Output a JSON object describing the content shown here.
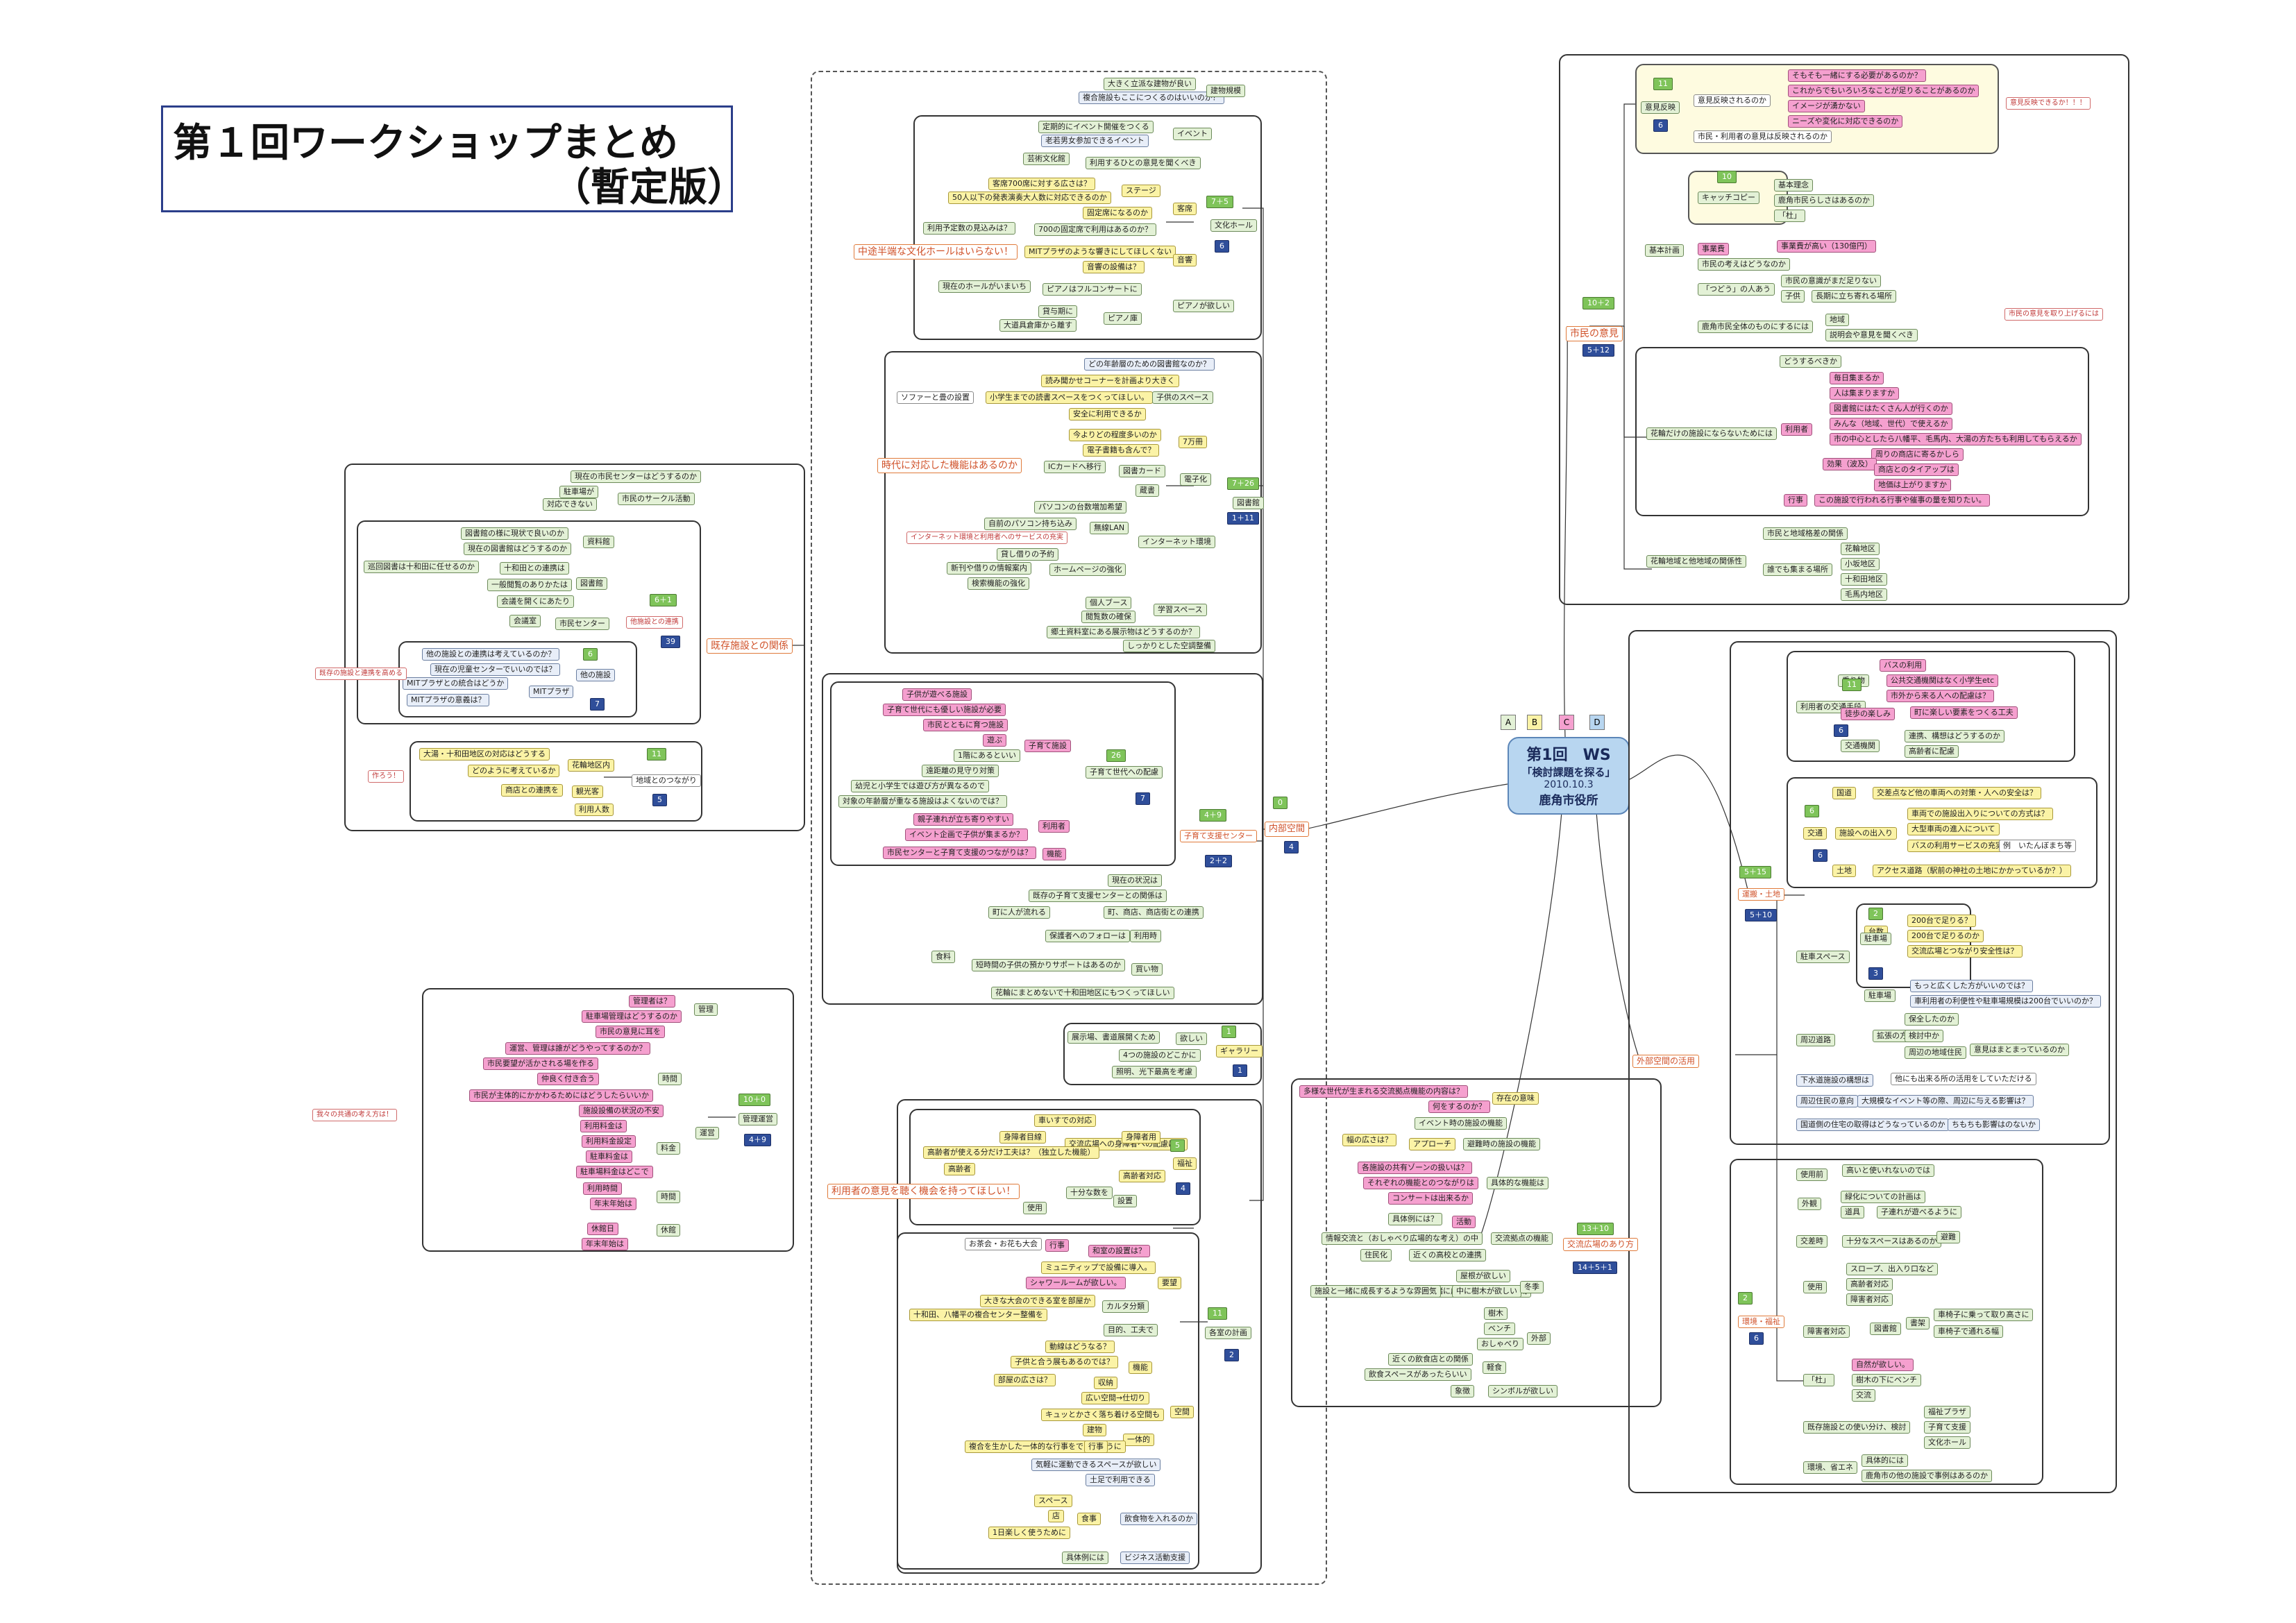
{
  "title": {
    "line1": "第１回ワークショップまとめ",
    "line2": "（暫定版）"
  },
  "center": {
    "line1": "第1回　WS",
    "line2": "「検討課題を探る」",
    "line3": "2010.10.3",
    "line4": "鹿角市役所"
  },
  "legend": [
    "A",
    "B",
    "C",
    "D"
  ],
  "nodes": {
    "n1": "大きく立派な建物が良い",
    "n2": "複合施設もここにつくるのはいいのか？",
    "n3": "建物規模",
    "n4": "定期的にイベント開催をつくる",
    "n5": "老若男女参加できるイベント",
    "n6": "芸術文化館",
    "n7": "利用するひとの意見を聞くべき",
    "n8": "イベント",
    "n9": "客席700席に対する広さは？",
    "n10": "50人以下の発表演奏大人数に対応できるのか",
    "n11": "ステージ",
    "n12": "固定席になるのか",
    "n13": "利用予定数の見込みは？",
    "n14": "700の固定席で利用はあるのか？",
    "n15": "客席",
    "n16": "MITプラザのような響きにしてほしくない",
    "n17": "音響の設備は？",
    "n18": "音響",
    "n19": "現在のホールがいまいち",
    "n20": "ピアノはフルコンサートに",
    "n21": "ピアノが欲しい",
    "n22": "貸与期に",
    "n23": "大道具倉庫から離す",
    "n24": "ピアノ庫",
    "n25": "文化ホール",
    "n26": "中途半端な文化ホールはいらない！",
    "n27": "どの年齢層のための図書館なのか？",
    "n28": "読み聞かせコーナーを計画より大きく",
    "n29": "ソファーと畳の設置",
    "n30": "小学生までの読書スペースをつくってほしい。",
    "n31": "子供のスペース",
    "n32": "安全に利用できるか",
    "n33": "今よりどの程度多いのか",
    "n34": "7万冊",
    "n35": "電子書籍も含んで？",
    "n36": "ICカードへ移行",
    "n37": "図書カード",
    "n38": "電子化",
    "n39": "蔵書",
    "n40": "パソコンの台数増加希望",
    "n41": "自前のパソコン持ち込み",
    "n42": "無線LAN",
    "n43": "インターネット環境と利用者へのサービスの充実",
    "n44": "インターネット環境",
    "n45": "貸し借りの予約",
    "n46": "新刊や借りの情報案内",
    "n47": "検索機能の強化",
    "n48": "ホームページの強化",
    "n49": "個人ブース",
    "n50": "閲覧数の確保",
    "n51": "郷土資料室にある展示物はどうするのか？",
    "n52": "しっかりとした空調整備",
    "n53": "学習スペース",
    "n54": "図書館",
    "n55": "時代に対応した機能はあるのか",
    "n56": "現在の市民センターはどうするのか",
    "n57": "駐車場が",
    "n58": "対応できない",
    "n59": "市民のサークル活動",
    "n60": "図書館の様に現状で良いのか",
    "n61": "現在の図書館はどうするのか",
    "n62": "資料館",
    "n63": "巡回図書は十和田に任せるのか",
    "n64": "十和田との連携は",
    "n65": "一般閲覧のありかたは",
    "n66": "会議室",
    "n67": "会議を開くにあたり",
    "n68": "図書館",
    "n69": "市民センター",
    "n70": "既存施設との関係",
    "n71": "他施設との連携",
    "n72": "他の施設との連携は考えているのか？",
    "n73": "現在の児童センターでいいのでは？",
    "n74": "MITプラザとの統合はどうか",
    "n75": "MITプラザ",
    "n76": "MITプラザの意義は？",
    "n77": "他の施設",
    "n78": "既存の施設と連携を高める",
    "n79": "大湯・十和田地区の対応はどうする",
    "n80": "花輪地区内",
    "n81": "どのように考えているか",
    "n82": "商店との連携を",
    "n83": "観光客",
    "n84": "利用人数",
    "n85": "地域とのつながり",
    "n86": "作ろう！",
    "n87": "子供が遊べる施設",
    "n88": "子育て世代にも優しい施設が必要",
    "n89": "市民とともに育つ施設",
    "n90": "遊ぶ",
    "n91": "1階にあるといい",
    "n92": "遠距離の見守り対策",
    "n93": "幼児と小学生では遊び方が異なるので",
    "n94": "対象の年齢層が重なる施設はよくないのでは？",
    "n95": "子育て施設",
    "n96": "子育て世代への配慮",
    "n97": "親子連れが立ち寄りやすい",
    "n98": "イベント企画で子供が集まるか？",
    "n99": "利用者",
    "n100": "市民センターと子育て支援のつながりは？",
    "n101": "機能",
    "n102": "子育て支援センター",
    "n103": "現在の状況は",
    "n104": "既存の子育て支援センターとの関係は",
    "n105": "町に人が流れる",
    "n106": "町、商店、商店街との連携",
    "n107": "保護者へのフォローは",
    "n108": "利用時",
    "n109": "食料",
    "n110": "短時間の子供の預かりサポートはあるのか",
    "n111": "買い物",
    "n112": "花輪にまとめないで十和田地区にもつくってほしい",
    "n113": "内部空間",
    "n114": "展示場、書道展開くため",
    "n115": "4つの施設のどこかに",
    "n116": "照明、光下最高を考慮",
    "n117": "欲しい",
    "n118": "ギャラリー",
    "n119": "車いすでの対応",
    "n120": "身障者目線",
    "n121": "身障者用",
    "n122": "交流広場への身障者への配慮は？",
    "n123": "高齢者が使える分だけ工夫は？（独立した機能）",
    "n124": "高齢者",
    "n125": "高齢者対応",
    "n126": "十分な数を",
    "n127": "使用",
    "n128": "設置",
    "n129": "福祉",
    "n130": "利用者の意見を聴く機会を持ってほしい！",
    "n131": "お茶会・お花も大会",
    "n132": "和室の設置は？",
    "n133": "行事",
    "n134": "ミュニティップで設備に導入。",
    "n135": "シャワールームが欲しい。",
    "n136": "要望",
    "n137": "大きな大会のできる室を部屋か",
    "n138": "十和田、八幡平の複合センター整備を",
    "n139": "カルタ分類",
    "n140": "目的、工夫で",
    "n141": "動線はどうなる？",
    "n142": "子供と合う展もあるのでは？",
    "n143": "部屋の広さは？",
    "n144": "機能",
    "n145": "収納",
    "n146": "広い空間→仕切り",
    "n147": "キュッとかさく落ち着ける空間も",
    "n148": "建物",
    "n149": "一体的",
    "n150": "空間",
    "n151": "複合を生かした一体的な行事をできるように",
    "n152": "行事",
    "n153": "気軽に運動できるスペースが欲しい",
    "n154": "土足で利用できる",
    "n155": "各室の計画",
    "n156": "スペース",
    "n157": "店",
    "n158": "食事",
    "n159": "飲食物を入れるのか",
    "n160": "1日楽しく使うために",
    "n161": "具体例には",
    "n162": "ビジネス活動支援",
    "n163": "管理者は？",
    "n164": "駐車場管理はどうするのか",
    "n165": "市民の意見に耳を",
    "n166": "運営、管理は誰がどうやってするのか？",
    "n167": "市民要望が活かされる場を作る",
    "n168": "仲良く付き合う",
    "n169": "市民が主体的にかかわるためにはどうしたらいいか",
    "n170": "施設設備の状況の不安",
    "n171": "利用料金は",
    "n172": "利用料金設定",
    "n173": "駐車料金は",
    "n174": "駐車場料金はどこで",
    "n175": "利用時間",
    "n176": "休館日",
    "n177": "年末年始は",
    "n178": "管理",
    "n179": "時間",
    "n180": "運営",
    "n181": "料金",
    "n182": "休館",
    "n183": "時間",
    "n184": "管理運営",
    "n185": "市民の意見",
    "n186": "意見反映",
    "n187": "意見反映されるのか",
    "n188": "そもそも一緒にする必要があるのか？",
    "n189": "これからでもいろいろなことが足りることがあるのか",
    "n190": "イメージが湧かない",
    "n191": "ニーズや変化に対応できるのか",
    "n192": "市民・利用者の意見は反映されるのか",
    "n193": "基本理念",
    "n194": "鹿角市民らしさはあるのか",
    "n195": "「杜」",
    "n196": "キャッチコピー",
    "n197": "基本計画",
    "n198": "事業費",
    "n199": "事業費が高い（130億円）",
    "n200": "市民の考えはどうなのか",
    "n201": "「つどう」の人あう",
    "n202": "子供",
    "n203": "市民の意識がまだ足りない",
    "n204": "長期に立ち寄れる場所",
    "n205": "鹿角市民全体のものにするには",
    "n206": "地域",
    "n207": "説明会や意見を聞くべき",
    "n208": "どうするべきか",
    "n209": "毎日集まるか",
    "n210": "人は集まりますか",
    "n211": "図書館にはたくさん人が行くのか",
    "n212": "みんな（地域、世代）で使えるか",
    "n213": "市の中心としたら八幡平、毛馬内、大湯の方たちも利用してもらえるか",
    "n214": "花輪だけの施設にならないためには",
    "n215": "利用者",
    "n216": "周りの商店に寄るかしら",
    "n217": "商店とのタイアップは",
    "n218": "地価は上がりますか",
    "n219": "効果（波及）",
    "n220": "行事",
    "n221": "この施設で行われる行事や催事の量を知りたい。",
    "n222": "花輪地域と他地域の関係性",
    "n223": "市民と地域格差の関係",
    "n224": "誰でも集まる場所",
    "n225": "花輪地区",
    "n226": "小坂地区",
    "n227": "十和田地区",
    "n228": "毛馬内地区",
    "n229": "利用者の交通手段",
    "n230": "乗り物",
    "n231": "バスの利用",
    "n232": "公共交通機関はなく小学生etc",
    "n233": "市外から来る人への配慮は？",
    "n234": "徒歩の楽しみ",
    "n235": "町に楽しい要素をつくる工夫",
    "n236": "交通機関",
    "n237": "連携、構想はどうするのか",
    "n238": "高齢者に配慮",
    "n239": "国道",
    "n240": "交差点など他の車両への対策・人への安全は？",
    "n241": "交通",
    "n242": "施設への出入り",
    "n243": "車両での施設出入りについての方式は？",
    "n244": "大型車両の進入について",
    "n245": "バスの利用サービスの充実",
    "n246": "例　いたんぼまち等",
    "n247": "土地",
    "n248": "アクセス道路（駅前の神社の土地にかかっているか？）",
    "n249": "運搬・土地",
    "n250": "駐車場",
    "n251": "台数",
    "n252": "200台で足りる？",
    "n253": "200台で足りるのか",
    "n254": "交流広場とつながり安全性は？",
    "n255": "駐車スペース",
    "n256": "駐車場",
    "n257": "もっと広くした方がいいのでは？",
    "n258": "車利用者の利便性や駐車場規模は200台でいいのか？",
    "n259": "周辺道路",
    "n260": "拡張の方針",
    "n261": "保全したのか",
    "n262": "検討中か",
    "n263": "周辺の地域住民",
    "n264": "意見はまとまっているのか",
    "n265": "下水道施設の構想は",
    "n266": "周辺住民の意向",
    "n267": "大規模なイベント等の際、周辺に与える影響は？",
    "n268": "国道側の住宅の取得はどうなっているのか",
    "n269": "ちもちも影響はのないか",
    "n270": "外部空間の活用",
    "n271": "多様な世代が生まれる交流拠点機能の内容は？",
    "n272": "何をするのか？",
    "n273": "存在の意味",
    "n274": "イベント時の施設の機能",
    "n275": "幅の広さは？",
    "n276": "アプローチ",
    "n277": "避難時の施設の機能",
    "n278": "各施設の共有ゾーンの扱いは？",
    "n279": "それぞれの機能とのつながりは",
    "n280": "コンサートは出来るか",
    "n281": "具体的な機能は",
    "n282": "具体例には？",
    "n283": "活動",
    "n284": "情報交流と（おしゃべり広場的な考え）の中",
    "n285": "交流拠点の機能",
    "n286": "住民化",
    "n287": "近くの高校との連携",
    "n288": "屋根が欲しい",
    "n289": "中に樹木が欲しい",
    "n290": "施設と一緒に成長するような雰囲気",
    "n291": "冬季",
    "n292": "樹木",
    "n293": "ベンチ",
    "n294": "おしゃべり",
    "n295": "近くの飲食店との関係",
    "n296": "飲食スペースがあったらいい",
    "n297": "軽食",
    "n298": "外部",
    "n299": "象徴",
    "n300": "シンボルが欲しい",
    "n301": "交流広場のあり方",
    "n302": "使用前",
    "n303": "高いと使いれないのでは",
    "n304": "外観",
    "n305": "緑化についての計画は",
    "n306": "道具",
    "n307": "子連れが遊べるように",
    "n308": "交差時",
    "n309": "十分なスペースはあるのか",
    "n310": "避難",
    "n311": "使用",
    "n312": "スロープ、出入り口など",
    "n313": "高齢者対応",
    "n314": "障害者対応",
    "n315": "障害者対応",
    "n316": "図書館",
    "n317": "書架",
    "n318": "車椅子に乗って取り高さに",
    "n319": "車椅子で通れる幅",
    "n320": "「杜」",
    "n321": "自然が欲しい。",
    "n322": "樹木の下にベンチ",
    "n323": "交流",
    "n324": "既存施設との使い分け、検討",
    "n325": "福祉プラザ",
    "n326": "子育て支援",
    "n327": "文化ホール",
    "n328": "環境、省エネ",
    "n329": "具体的には",
    "n330": "鹿角市の他の施設で事例はあるのか",
    "n331": "環境・福祉",
    "n332": "意見反映できるか！！！",
    "n333": "市民の意見を取り上げるには",
    "n334": "他にも出来る所の活用をしていただける",
    "n335": "我々の共通の考え方は！"
  },
  "tags": {
    "t1": "11",
    "t2": "6",
    "t3": "7＋5",
    "t4": "6",
    "t5": "7＋26",
    "t6": "1＋11",
    "t7": "6＋1",
    "t8": "39",
    "t9": "6",
    "t10": "7",
    "t11": "11",
    "t12": "5",
    "t13": "26",
    "t14": "7",
    "t15": "4＋9",
    "t16": "2＋2",
    "t17": "0",
    "t18": "4",
    "t19": "1",
    "t20": "1",
    "t21": "5",
    "t22": "4",
    "t23": "11",
    "t24": "2",
    "t25": "10＋0",
    "t26": "4＋9",
    "t27": "11",
    "t28": "6",
    "t29": "10＋2",
    "t30": "5＋12",
    "t31": "6",
    "t32": "6",
    "t33": "2",
    "t34": "5＋15",
    "t35": "5＋10",
    "t36": "2",
    "t37": "3",
    "t38": "13＋10",
    "t39": "14＋5＋1",
    "t40": "10",
    "t41": "6"
  },
  "colors": {
    "hub_blue": "#b8d6f0",
    "pink": "#f5a0cf",
    "yellow": "#fbf3a6",
    "green": "#e3f1d6",
    "tag_green": "#7fc45a",
    "tag_blue": "#2f4e9a",
    "orange_text": "#d0522a",
    "title_border": "#2b3e8a"
  }
}
